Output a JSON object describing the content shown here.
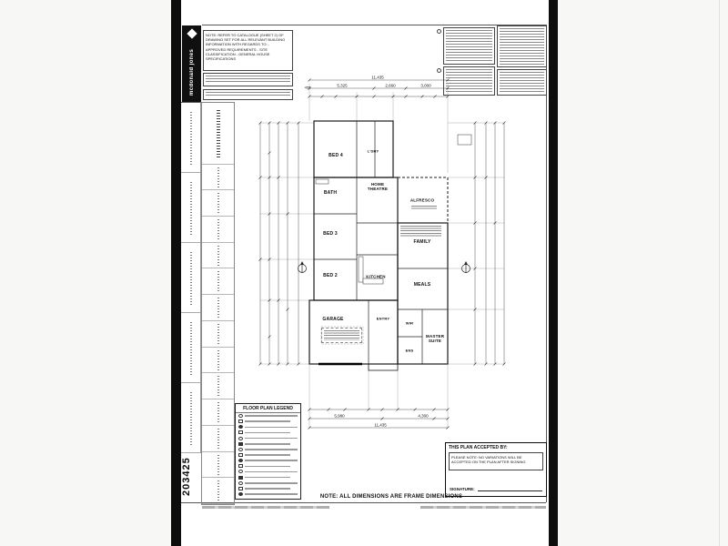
{
  "document": {
    "sheet_number": "203425",
    "frame_note": "NOTE: ALL DIMENSIONS ARE FRAME DIMENSIONS"
  },
  "brand": {
    "name": "mcdonald jones"
  },
  "notes": {
    "catalogue": "NOTE: REFER TO CATALOGUE (SHEET 2) OF DRAWING SET FOR ALL RELEVANT BUILDING INFORMATION WITH REGARDS TO: - APPROVED REQUIREMENTS - SITE CLASSIFICATION - GENERAL HOUSE SPECIFICATIONS"
  },
  "legend": {
    "title": "FLOOR PLAN LEGEND"
  },
  "acceptance": {
    "title": "THIS PLAN ACCEPTED BY:",
    "warning": "PLEASE NOTE: NO VARIATIONS WILL BE ACCEPTED ON THE PLAN AFTER SIGNING",
    "signature_label": "SIGNATURE:"
  },
  "rooms": {
    "bed4": "BED 4",
    "ldry": "L'DRY",
    "bath": "BATH",
    "home_theatre": "HOME THEATRE",
    "alfresco": "ALFRESCO",
    "bed3": "BED 3",
    "family": "FAMILY",
    "bed2": "BED 2",
    "kitchen": "KITCHEN",
    "meals": "MEALS",
    "garage": "GARAGE",
    "entry": "ENTRY",
    "master": "MASTER SUITE",
    "wir": "WIR",
    "ens": "ENS"
  },
  "dimensions": {
    "top_offset": "455",
    "top_seg1": "5,325",
    "top_seg2": "2,660",
    "top_seg3": "3,000",
    "top_total": "11,435",
    "bottom_seg1": "5,980",
    "bottom_seg2": "4,300",
    "bottom_total": "11,435"
  }
}
